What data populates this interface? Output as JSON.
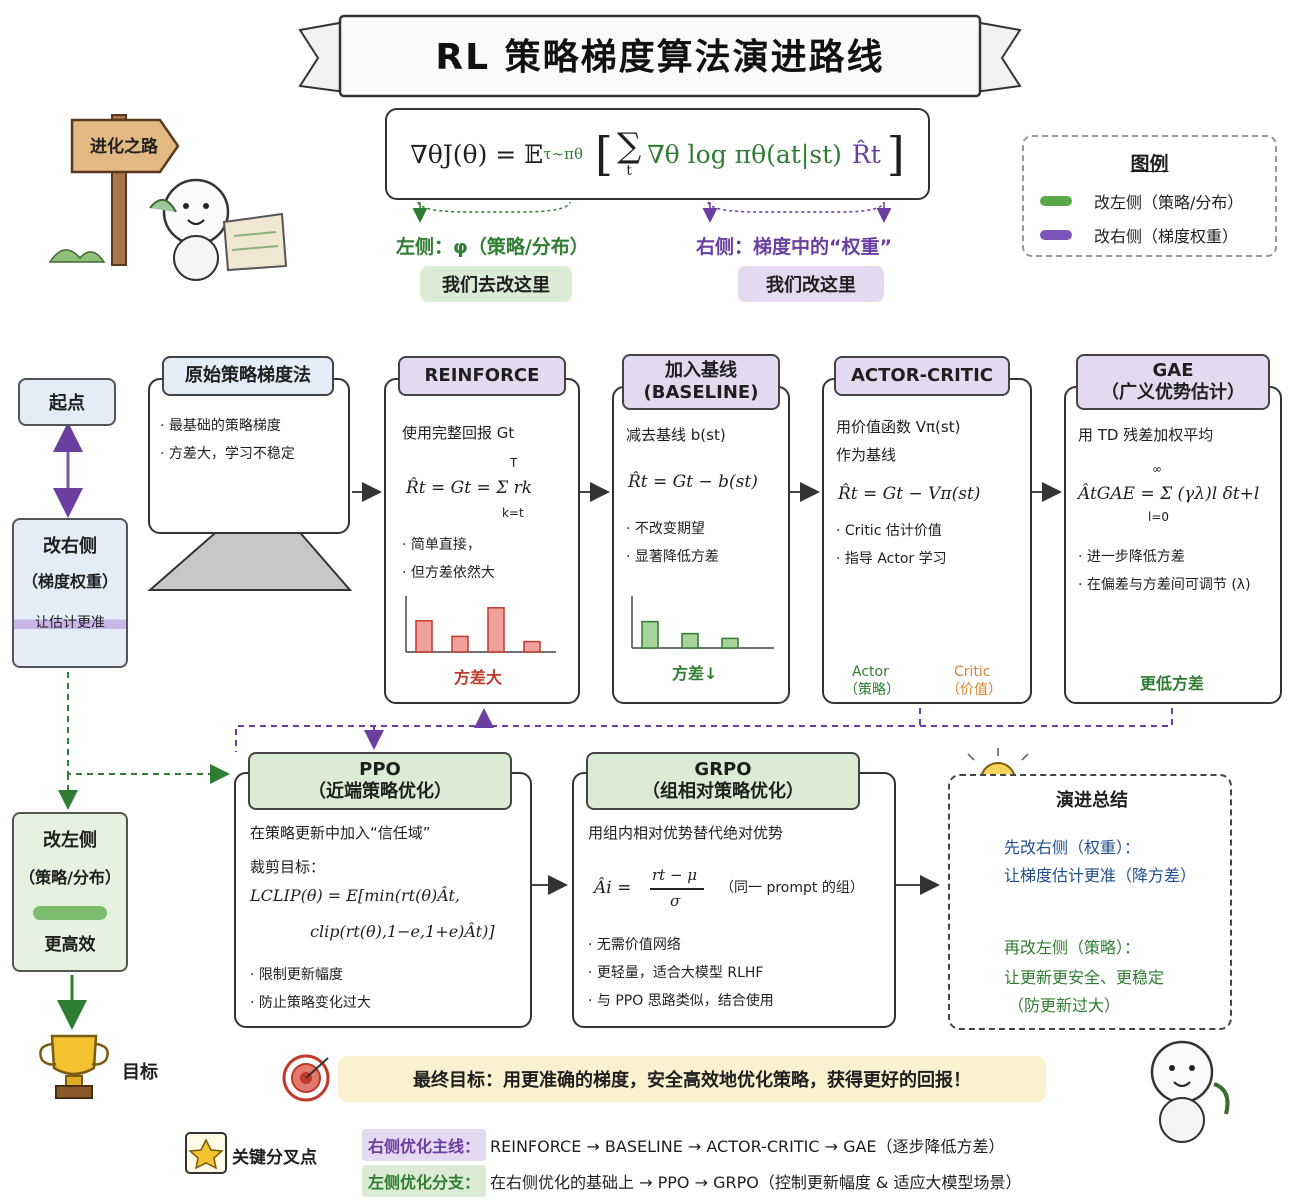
{
  "title": "RL 策略梯度算法演进路线",
  "signpost": "进化之路",
  "formula": {
    "lhs": "∇θJ(θ) = 𝔼",
    "sub": "τ∼πθ",
    "body": "∇θ log πθ(at|st)",
    "weight": "R̂t",
    "sum_sub": "t"
  },
  "left_side": {
    "label": "左侧：φ（策略/分布）",
    "pill": "我们去改这里"
  },
  "right_side": {
    "label": "右侧：梯度中的“权重”",
    "pill": "我们改这里"
  },
  "legend": {
    "title": "图例",
    "items": [
      {
        "label": "改左侧（策略/分布）",
        "color": "#5aa84a"
      },
      {
        "label": "改右侧（梯度权重）",
        "color": "#7b55b8"
      }
    ]
  },
  "colors": {
    "green": "#2f7d32",
    "purple": "#6a3fa0",
    "green_bg": "#dcebd3",
    "purple_bg": "#e3d9f0",
    "blue_bg": "#e3ecf7",
    "red": "#c0392b",
    "orange": "#d9822b",
    "summary_blue": "#1f4f8f"
  },
  "start": {
    "label": "起点"
  },
  "change_right": {
    "title": "改右侧",
    "sub": "（梯度权重）",
    "note": "让估计更准"
  },
  "change_left": {
    "title": "改左侧",
    "sub": "（策略/分布）",
    "note": "更高效"
  },
  "goal": {
    "label": "目标"
  },
  "cards": {
    "vanilla": {
      "title": "原始策略梯度法",
      "bullets": [
        "· 最基础的策略梯度",
        "· 方差大，学习不稳定"
      ]
    },
    "reinforce": {
      "title": "REINFORCE",
      "desc": "使用完整回报 Gt",
      "formula": "R̂t = Gt = Σ rk",
      "sum_top": "T",
      "sum_bottom": "k=t",
      "bullets": [
        "· 简单直接，",
        "· 但方差依然大"
      ],
      "caption": "方差大",
      "bars": [
        0.6,
        0.3,
        0.85,
        0.2
      ]
    },
    "baseline": {
      "title": "加入基线\n(BASELINE)",
      "desc": "减去基线 b(st)",
      "formula": "R̂t = Gt − b(st)",
      "bullets": [
        "· 不改变期望",
        "· 显著降低方差"
      ],
      "caption": "方差↓",
      "bars": [
        0.55,
        0.3,
        0.2
      ]
    },
    "actor_critic": {
      "title": "ACTOR-CRITIC",
      "desc1": "用价值函数 Vπ(st)",
      "desc2": "作为基线",
      "formula": "R̂t = Gt − Vπ(st)",
      "bullets": [
        "· Critic 估计价值",
        "· 指导 Actor 学习"
      ],
      "actor": "Actor",
      "actor_sub": "（策略）",
      "critic": "Critic",
      "critic_sub": "（价值）"
    },
    "gae": {
      "title": "GAE\n（广义优势估计）",
      "desc": "用 TD 残差加权平均",
      "formula": "ÂtGAE = Σ (γλ)l δt+l",
      "sum_top": "∞",
      "sum_bottom": "l=0",
      "bullets": [
        "· 进一步降低方差",
        "· 在偏差与方差间可调节 (λ)"
      ],
      "caption": "更低方差"
    },
    "ppo": {
      "title": "PPO\n（近端策略优化）",
      "desc": "在策略更新中加入“信任域”",
      "clip_label": "裁剪目标：",
      "formula1": "LCLIP(θ) = E[min(rt(θ)Ât,",
      "formula2": "clip(rt(θ),1−e,1+e)Ât)]",
      "bullets": [
        "· 限制更新幅度",
        "· 防止策略变化过大"
      ]
    },
    "grpo": {
      "title": "GRPO\n（组相对策略优化）",
      "desc": "用组内相对优势替代绝对优势",
      "formula_lhs": "Âi =",
      "formula_num": "rt − μ",
      "formula_den": "σ",
      "formula_note": "（同一 prompt 的组）",
      "bullets": [
        "· 无需价值网络",
        "· 更轻量，适合大模型 RLHF",
        "· 与 PPO 思路类似，结合使用"
      ]
    }
  },
  "summary": {
    "title": "演进总结",
    "line1": "先改右侧（权重）：",
    "line2": "让梯度估计更准（降方差）",
    "line3": "再改左侧（策略）：",
    "line4": "让更新更安全、更稳定",
    "line5": "（防更新过大）"
  },
  "final_goal": "最终目标：用更准确的梯度，安全高效地优化策略，获得更好的回报！",
  "key_fork": "关键分叉点",
  "footer": {
    "right_label": "右侧优化主线：",
    "right_text": "REINFORCE → BASELINE → ACTOR-CRITIC → GAE（逐步降低方差）",
    "left_label": "左侧优化分支：",
    "left_text": "在右侧优化的基础上 → PPO → GRPO（控制更新幅度 & 适应大模型场景）"
  }
}
